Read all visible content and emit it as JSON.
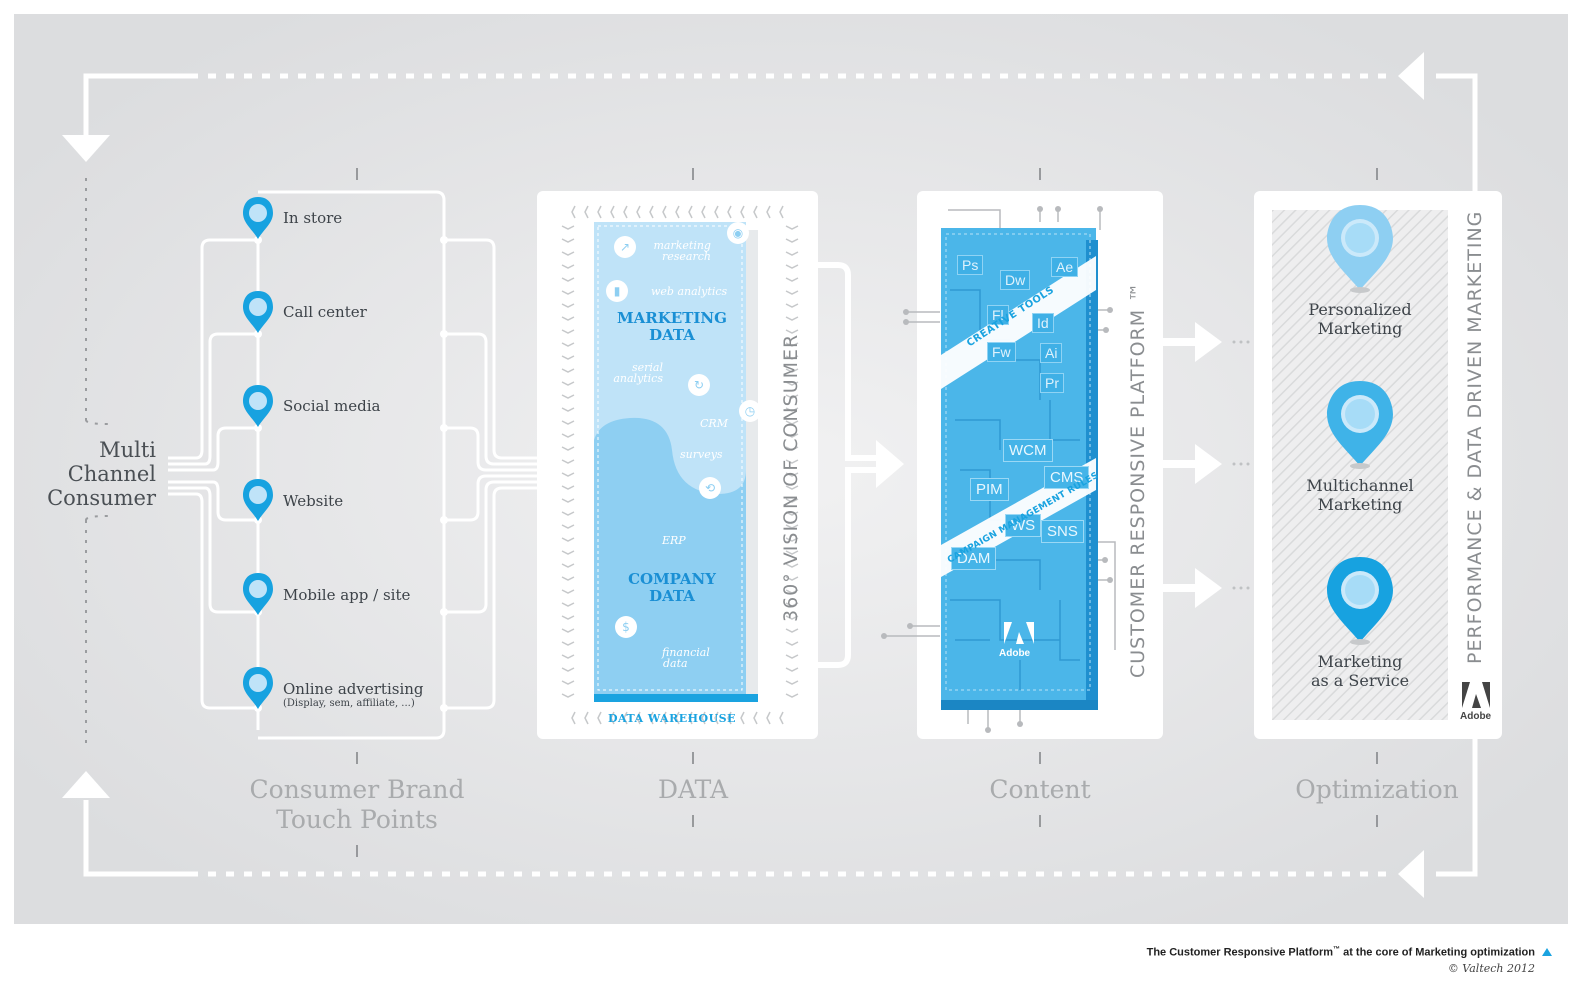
{
  "multi_channel": {
    "line1": "Multi",
    "line2": "Channel",
    "line3": "Consumer"
  },
  "touch_points": [
    {
      "label": "In store",
      "sub": ""
    },
    {
      "label": "Call center",
      "sub": ""
    },
    {
      "label": "Social media",
      "sub": ""
    },
    {
      "label": "Website",
      "sub": ""
    },
    {
      "label": "Mobile app / site",
      "sub": ""
    },
    {
      "label": "Online advertising",
      "sub": "(Display, sem, affiliate, ...)"
    }
  ],
  "data_panel": {
    "marketing_data": [
      "MARKETING",
      "DATA"
    ],
    "company_data": [
      "COMPANY",
      "DATA"
    ],
    "items": {
      "marketing_research": [
        "marketing",
        "research"
      ],
      "web_analytics": "web analytics",
      "serial_analytics": [
        "serial",
        "analytics"
      ],
      "crm": "CRM",
      "surveys": "surveys",
      "erp": "ERP",
      "financial_data": [
        "financial",
        "data"
      ]
    },
    "warehouse": "DATA WAREHOUSE",
    "vision": "360° VISION OF CONSUMER"
  },
  "content_panel": {
    "tools": [
      "Ps",
      "Dw",
      "Ae",
      "Fl",
      "Id",
      "Fw",
      "Ai",
      "Pr"
    ],
    "modules": [
      "WCM",
      "PIM",
      "CMS",
      "WS",
      "SNS",
      "DAM"
    ],
    "creative_tools": "CREATIVE TOOLS",
    "campaign_rules": "CAMPAIGN MANAGEMENT RULES",
    "adobe": "Adobe",
    "platform": "CUSTOMER RESPONSIVE PLATFORM ™"
  },
  "optimization_panel": {
    "items": [
      [
        "Personalized",
        "Marketing"
      ],
      [
        "Multichannel",
        "Marketing"
      ],
      [
        "Marketing",
        "as a Service"
      ]
    ],
    "adobe": "Adobe",
    "vertical": "PERFORMANCE & DATA DRIVEN MARKETING"
  },
  "stages": {
    "touch_points": [
      "Consumer Brand",
      "Touch Points"
    ],
    "data": "DATA",
    "content": "Content",
    "optimization": "Optimization"
  },
  "footer": {
    "caption_prefix": "The Customer Responsive Platform",
    "caption_tm": "™",
    "caption_suffix": " at the core of Marketing optimization",
    "copyright": "© Valtech 2012"
  },
  "colors": {
    "accent_blue": "#1aa3e0",
    "light_blue": "#8ecff2",
    "pin_blue": "#17a2e0",
    "background_gray": "#e6e7e8",
    "label_gray": "#a9abad"
  }
}
